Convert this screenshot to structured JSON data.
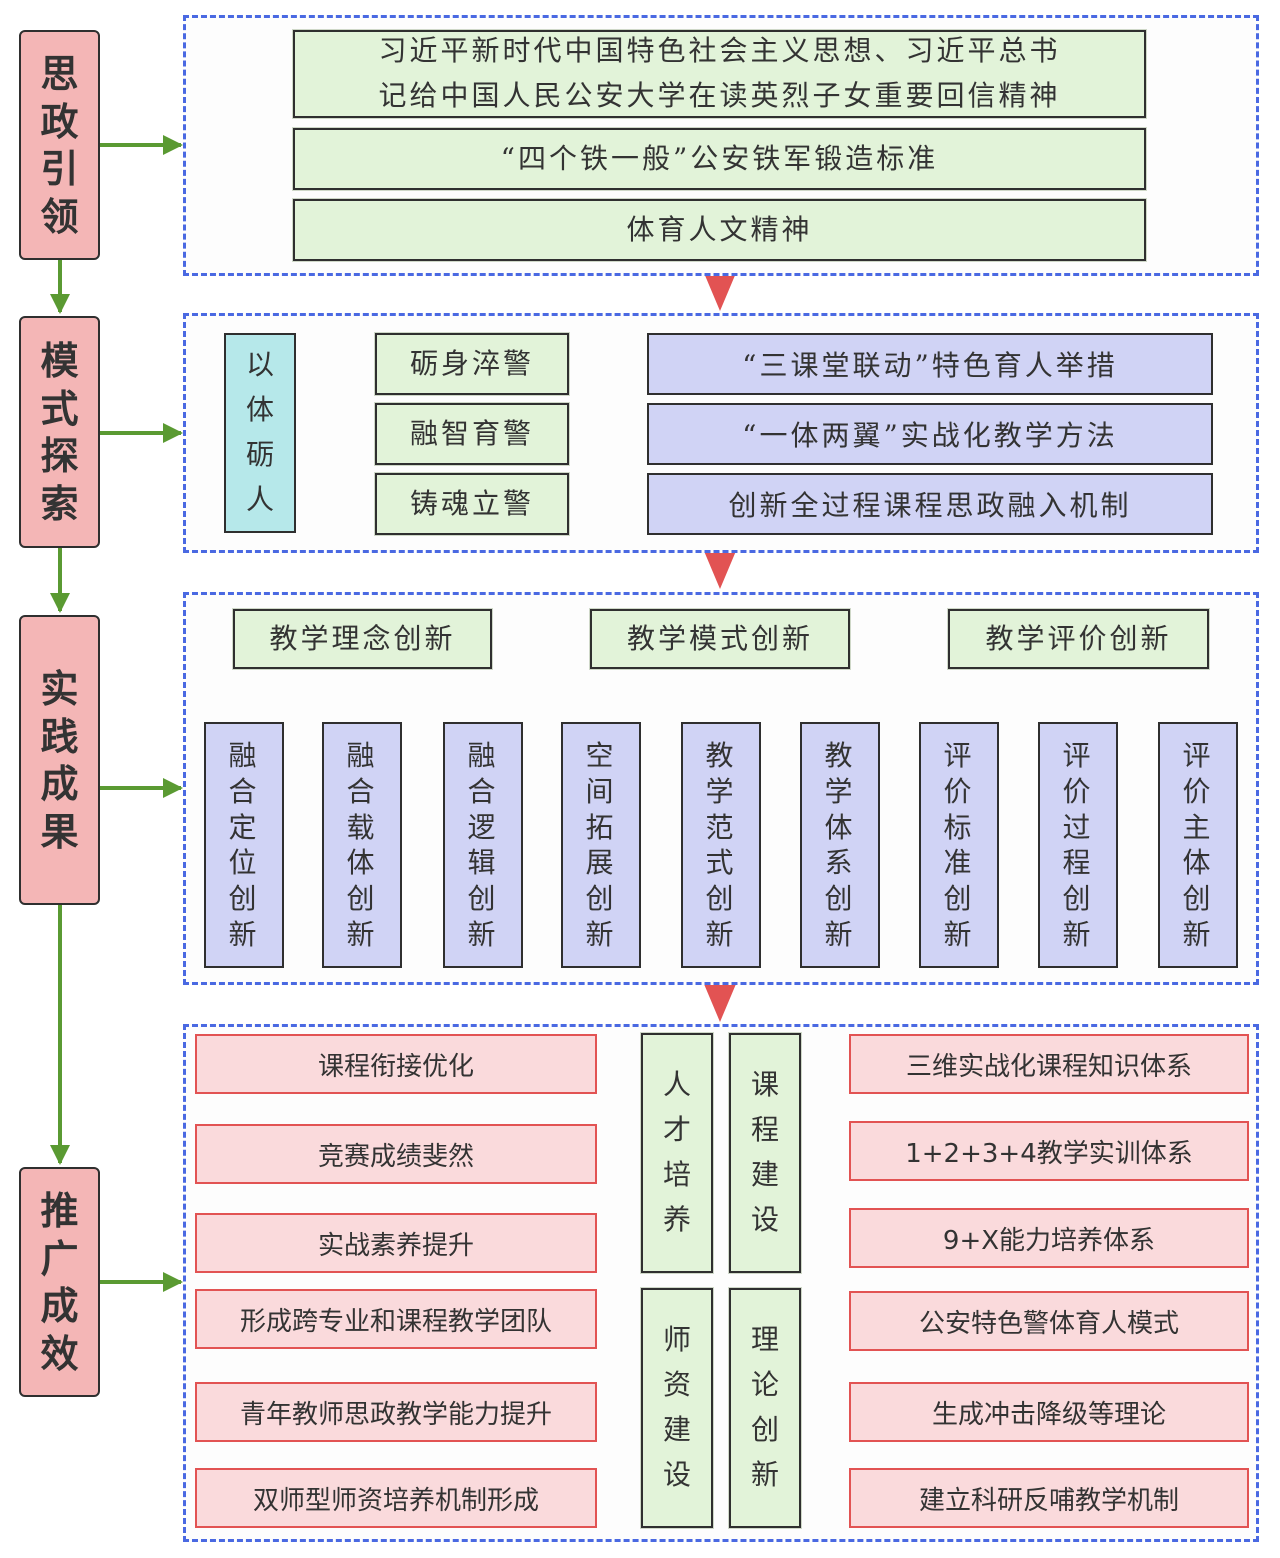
{
  "colors": {
    "stage_fill": "#f4b6b6",
    "panel_border": "#4a69e2",
    "green_fill": "#e2f3d9",
    "purple_fill": "#d0d3f5",
    "cyan_fill": "#b6e8ea",
    "result_fill": "#fadadc",
    "result_border": "#e25353",
    "flow_arrow": "#5a9a32",
    "down_arrow": "#e25353",
    "talent_arrow": "#e25353",
    "course_arrow": "#2f49a8",
    "teacher_arrow": "#5a9a32",
    "theory_arrow": "#2e8f8f"
  },
  "stages": [
    {
      "id": "s1",
      "chars": [
        "思",
        "政",
        "引",
        "领"
      ]
    },
    {
      "id": "s2",
      "chars": [
        "模",
        "式",
        "探",
        "索"
      ]
    },
    {
      "id": "s3",
      "chars": [
        "实",
        "践",
        "成",
        "果"
      ]
    },
    {
      "id": "s4",
      "chars": [
        "推",
        "广",
        "成",
        "效"
      ]
    }
  ],
  "panel1": {
    "items": [
      {
        "lines": [
          "习近平新时代中国特色社会主义思想、习近平总书",
          "记给中国人民公安大学在读英烈子女重要回信精神"
        ]
      },
      {
        "lines": [
          "“四个铁一般”公安铁军锻造标准"
        ]
      },
      {
        "lines": [
          "体育人文精神"
        ]
      }
    ]
  },
  "panel2": {
    "core": [
      "以",
      "体",
      "砺",
      "人"
    ],
    "branches": [
      {
        "label": "砺身淬警",
        "result": "“三课堂联动”特色育人举措"
      },
      {
        "label": "融智育警",
        "result": "“一体两翼”实战化教学方法"
      },
      {
        "label": "铸魂立警",
        "result": "创新全过程课程思政融入机制"
      }
    ]
  },
  "panel3": {
    "groups": [
      {
        "title": "教学理念创新",
        "children": [
          [
            "融",
            "合",
            "定",
            "位",
            "创",
            "新"
          ],
          [
            "融",
            "合",
            "载",
            "体",
            "创",
            "新"
          ],
          [
            "融",
            "合",
            "逻",
            "辑",
            "创",
            "新"
          ]
        ]
      },
      {
        "title": "教学模式创新",
        "children": [
          [
            "空",
            "间",
            "拓",
            "展",
            "创",
            "新"
          ],
          [
            "教",
            "学",
            "范",
            "式",
            "创",
            "新"
          ],
          [
            "教",
            "学",
            "体",
            "系",
            "创",
            "新"
          ]
        ]
      },
      {
        "title": "教学评价创新",
        "children": [
          [
            "评",
            "价",
            "标",
            "准",
            "创",
            "新"
          ],
          [
            "评",
            "价",
            "过",
            "程",
            "创",
            "新"
          ],
          [
            "评",
            "价",
            "主",
            "体",
            "创",
            "新"
          ]
        ]
      }
    ]
  },
  "panel4": {
    "hubs": {
      "talent": [
        "人",
        "才",
        "培",
        "养"
      ],
      "course": [
        "课",
        "程",
        "建",
        "设"
      ],
      "teacher": [
        "师",
        "资",
        "建",
        "设"
      ],
      "theory": [
        "理",
        "论",
        "创",
        "新"
      ]
    },
    "talent_results": [
      "课程衔接优化",
      "竞赛成绩斐然",
      "实战素养提升"
    ],
    "teacher_results": [
      "形成跨专业和课程教学团队",
      "青年教师思政教学能力提升",
      "双师型师资培养机制形成"
    ],
    "course_results": [
      "三维实战化课程知识体系",
      "1+2+3+4教学实训体系",
      "9+X能力培养体系",
      "公安特色警体育人模式"
    ],
    "theory_results": [
      "生成冲击降级等理论",
      "建立科研反哺教学机制"
    ]
  }
}
